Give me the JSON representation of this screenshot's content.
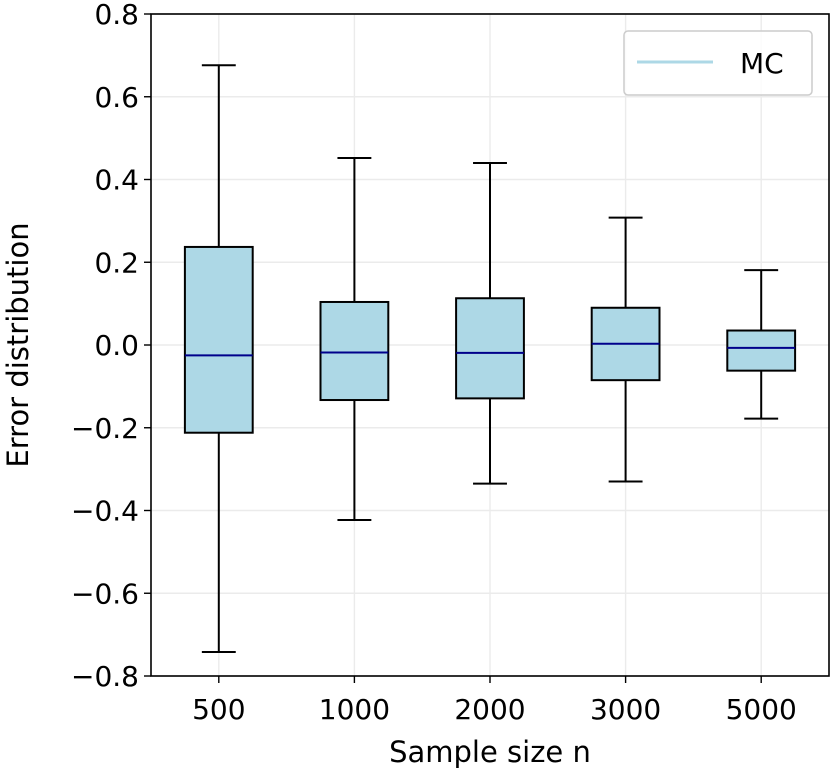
{
  "chart_data": {
    "type": "box",
    "title": "",
    "xlabel": "Sample size n",
    "ylabel": "Error distribution",
    "ylim": [
      -0.8,
      0.8
    ],
    "yticks": [
      -0.8,
      -0.6,
      -0.4,
      -0.2,
      0.0,
      0.2,
      0.4,
      0.6,
      0.8
    ],
    "ytick_labels": [
      "−0.8",
      "−0.6",
      "−0.4",
      "−0.2",
      "0.0",
      "0.2",
      "0.4",
      "0.6",
      "0.8"
    ],
    "categories": [
      "500",
      "1000",
      "2000",
      "3000",
      "5000"
    ],
    "grid": true,
    "legend": {
      "position": "top-right",
      "entries": [
        "MC"
      ]
    },
    "colors": {
      "box_fill": "#add8e6",
      "median": "#00008b",
      "legend_line": "#add8e6",
      "edge": "#000000",
      "grid": "#ebebeb"
    },
    "series": [
      {
        "name": "MC",
        "boxes": [
          {
            "whisker_low": -0.742,
            "q1": -0.212,
            "median": -0.025,
            "q3": 0.237,
            "whisker_high": 0.676
          },
          {
            "whisker_low": -0.423,
            "q1": -0.133,
            "median": -0.018,
            "q3": 0.104,
            "whisker_high": 0.452
          },
          {
            "whisker_low": -0.335,
            "q1": -0.129,
            "median": -0.019,
            "q3": 0.113,
            "whisker_high": 0.44
          },
          {
            "whisker_low": -0.33,
            "q1": -0.085,
            "median": 0.003,
            "q3": 0.09,
            "whisker_high": 0.308
          },
          {
            "whisker_low": -0.178,
            "q1": -0.062,
            "median": -0.007,
            "q3": 0.035,
            "whisker_high": 0.181
          }
        ]
      }
    ]
  }
}
